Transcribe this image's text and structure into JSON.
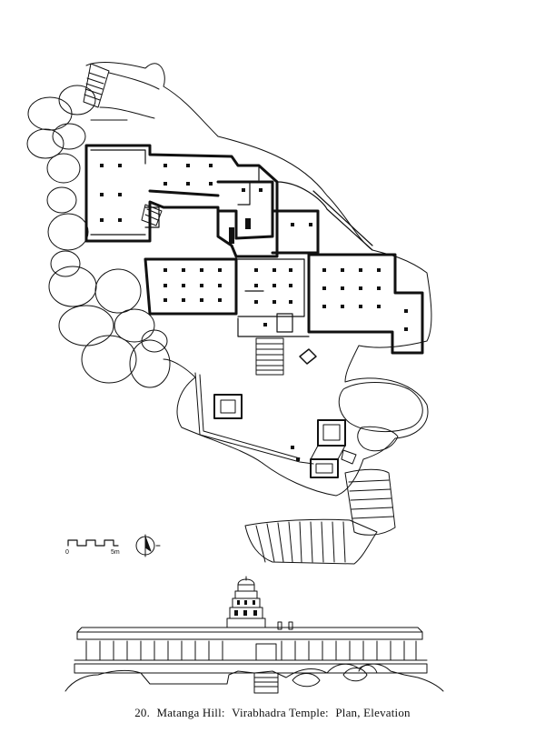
{
  "caption": {
    "number": "20.",
    "site": "Matanga Hill:",
    "temple": "Virabhadra Temple:",
    "views": "Plan, Elevation"
  },
  "scale_bar": {
    "start_label": "0",
    "end_label": "5m"
  },
  "north_arrow": {
    "icon": "north-arrow-icon"
  },
  "colors": {
    "ink": "#111111",
    "paper": "#ffffff"
  }
}
